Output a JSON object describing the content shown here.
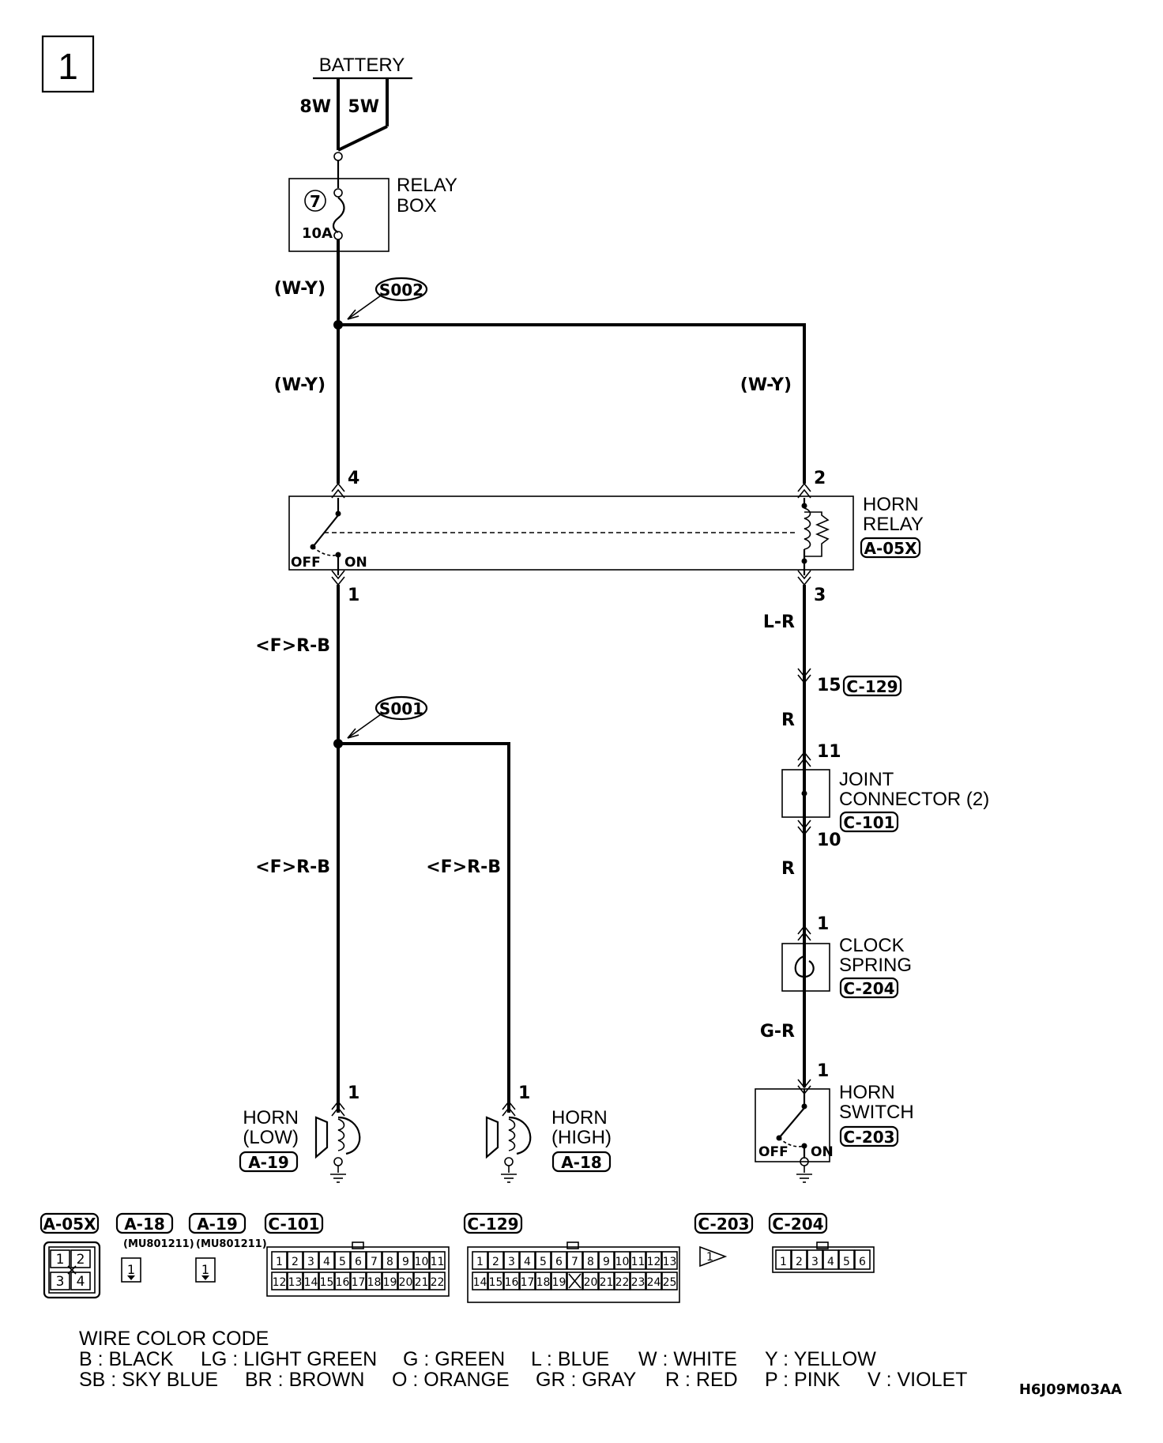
{
  "sheet_number": "1",
  "diagram_code": "H6J09M03AA",
  "battery": {
    "label": "BATTERY",
    "wire_left": "8W",
    "wire_right": "5W"
  },
  "relay_box": {
    "line1": "RELAY",
    "line2": "BOX",
    "fuse_number": "7",
    "fuse_rating": "10A"
  },
  "wires": {
    "wy_1": "(W-Y)",
    "wy_2": "(W-Y)",
    "wy_3": "(W-Y)",
    "frb_1": "<F>R-B",
    "frb_2": "<F>R-B",
    "frb_3": "<F>R-B",
    "lr": "L-R",
    "r_1": "R",
    "r_2": "R",
    "gr": "G-R"
  },
  "splices": {
    "s002": "S002",
    "s001": "S001"
  },
  "horn_relay": {
    "line1": "HORN",
    "line2": "RELAY",
    "connector": "A-05X",
    "pin_tl": "4",
    "pin_tr": "2",
    "pin_bl": "1",
    "pin_br": "3",
    "off": "OFF",
    "on": "ON"
  },
  "c129": {
    "pin": "15",
    "connector": "C-129"
  },
  "joint_connector": {
    "line1": "JOINT",
    "line2": "CONNECTOR (2)",
    "connector": "C-101",
    "pin_top": "11",
    "pin_bottom": "10"
  },
  "clock_spring": {
    "line1": "CLOCK",
    "line2": "SPRING",
    "connector": "C-204",
    "pin": "1"
  },
  "horn_switch": {
    "line1": "HORN",
    "line2": "SWITCH",
    "connector": "C-203",
    "pin": "1",
    "off": "OFF",
    "on": "ON"
  },
  "horn_low": {
    "line1": "HORN",
    "line2": "(LOW)",
    "connector": "A-19",
    "pin": "1"
  },
  "horn_high": {
    "line1": "HORN",
    "line2": "(HIGH)",
    "connector": "A-18",
    "pin": "1"
  },
  "connector_views": {
    "a05x": {
      "label": "A-05X",
      "pins": [
        "1",
        "2",
        "3",
        "4"
      ]
    },
    "a18": {
      "label": "A-18",
      "part": "(MU801211)",
      "pin": "1"
    },
    "a19": {
      "label": "A-19",
      "part": "(MU801211)",
      "pin": "1"
    },
    "c101": {
      "label": "C-101",
      "row1": [
        "1",
        "2",
        "3",
        "4",
        "5",
        "6",
        "7",
        "8",
        "9",
        "10",
        "11"
      ],
      "row2": [
        "12",
        "13",
        "14",
        "15",
        "16",
        "17",
        "18",
        "19",
        "20",
        "21",
        "22"
      ]
    },
    "c129": {
      "label": "C-129",
      "row1": [
        "1",
        "2",
        "3",
        "4",
        "5",
        "6",
        "7",
        "8",
        "9",
        "10",
        "11",
        "12",
        "13"
      ],
      "row2": [
        "14",
        "15",
        "16",
        "17",
        "18",
        "19",
        "",
        "20",
        "21",
        "22",
        "23",
        "24",
        "25"
      ]
    },
    "c203": {
      "label": "C-203",
      "pin": "1"
    },
    "c204": {
      "label": "C-204",
      "row1": [
        "1",
        "2",
        "3",
        "4",
        "5",
        "6"
      ]
    }
  },
  "color_code": {
    "title": "WIRE COLOR CODE",
    "row1": [
      "B : BLACK",
      "LG : LIGHT GREEN",
      "G : GREEN",
      "L : BLUE",
      "W : WHITE",
      "Y : YELLOW"
    ],
    "row2": [
      "SB : SKY BLUE",
      "BR : BROWN",
      "O : ORANGE",
      "GR : GRAY",
      "R : RED",
      "P : PINK",
      "V : VIOLET"
    ]
  }
}
